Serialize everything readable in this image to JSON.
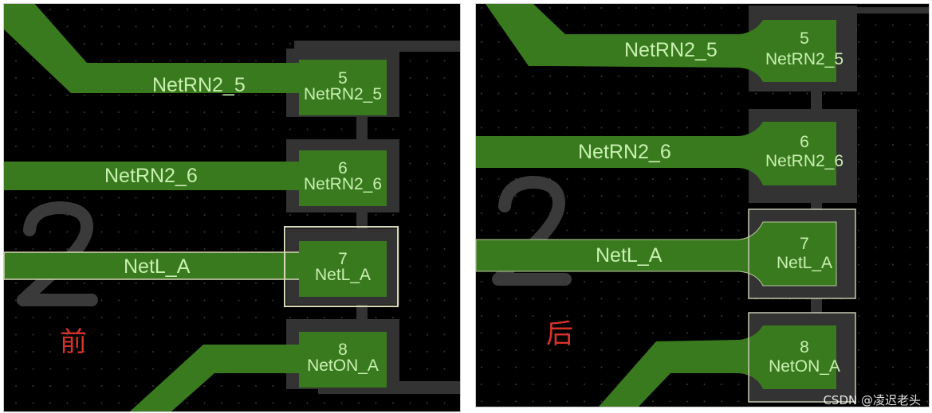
{
  "colors": {
    "board": "#000000",
    "copper": "#3a7a1f",
    "solder_mask_outline": "#333333",
    "grid_dot": "#3a3a3a",
    "selection": "#d8d8b8",
    "text": "#c8f0b0",
    "annotation": "#d8332a",
    "silkscreen": "#3a3a3a"
  },
  "silkscreen_designator": "2",
  "panels": [
    {
      "id": "before",
      "annotation": "前",
      "traces": [
        {
          "net": "NetRN2_5",
          "label": "NetRN2_5"
        },
        {
          "net": "NetRN2_6",
          "label": "NetRN2_6"
        },
        {
          "net": "NetL_A",
          "label": "NetL_A",
          "selected": true
        }
      ],
      "pads": [
        {
          "number": "5",
          "net": "NetRN2_5"
        },
        {
          "number": "6",
          "net": "NetRN2_6"
        },
        {
          "number": "7",
          "net": "NetL_A",
          "selected": true
        },
        {
          "number": "8",
          "net": "NetON_A"
        }
      ]
    },
    {
      "id": "after",
      "annotation": "后",
      "traces": [
        {
          "net": "NetRN2_5",
          "label": "NetRN2_5"
        },
        {
          "net": "NetRN2_6",
          "label": "NetRN2_6"
        },
        {
          "net": "NetL_A",
          "label": "NetL_A"
        }
      ],
      "pads": [
        {
          "number": "5",
          "net": "NetRN2_5"
        },
        {
          "number": "6",
          "net": "NetRN2_6"
        },
        {
          "number": "7",
          "net": "NetL_A",
          "selected": true
        },
        {
          "number": "8",
          "net": "NetON_A",
          "selected": true
        }
      ]
    }
  ],
  "watermark": "CSDN @凌迟老头"
}
